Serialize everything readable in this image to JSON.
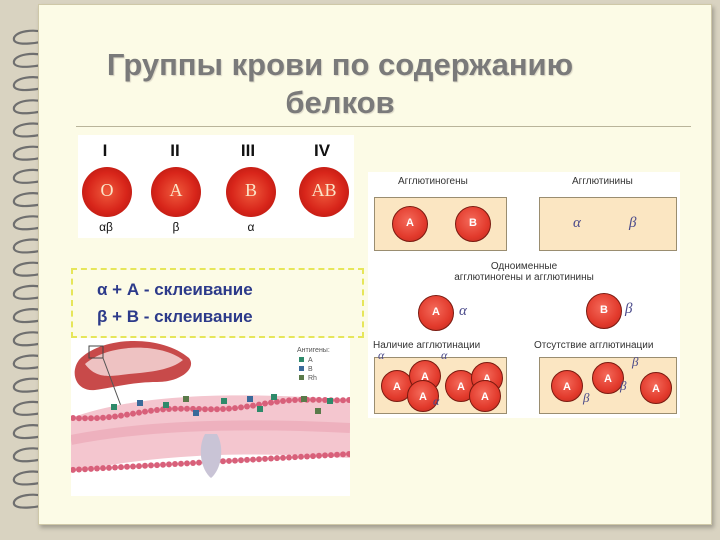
{
  "title": {
    "line1": "Группы крови по содержанию",
    "line2": "белков"
  },
  "blood_groups": [
    {
      "numeral": "I",
      "antigen": "O",
      "antibodies": "αβ"
    },
    {
      "numeral": "II",
      "antigen": "A",
      "antibodies": "β"
    },
    {
      "numeral": "III",
      "antigen": "B",
      "antibodies": "α"
    },
    {
      "numeral": "IV",
      "antigen": "AB",
      "antibodies": ""
    }
  ],
  "rules": {
    "line1": "α + А - склеивание",
    "line2": "β + В - склеивание"
  },
  "membrane_legend": {
    "header": "Антигены:",
    "items": [
      "A",
      "B",
      "Rh"
    ]
  },
  "agglutination": {
    "agglutinogens_label": "Агглютиногены",
    "agglutinins_label": "Агглютинины",
    "cell_a": "A",
    "cell_b": "B",
    "alpha": "α",
    "beta": "β",
    "same_name_line1": "Одноименные",
    "same_name_line2": "агглютиногены и агглютинины",
    "presence_label": "Наличие агглютинации",
    "absence_label": "Отсутствие агглютинации"
  },
  "colors": {
    "page_bg": "#fcfbe6",
    "title": "#7a7a7a",
    "rules_text": "#2c3a8a",
    "blood_cell": "#d8251a",
    "box_fill": "#fbe6c2"
  }
}
